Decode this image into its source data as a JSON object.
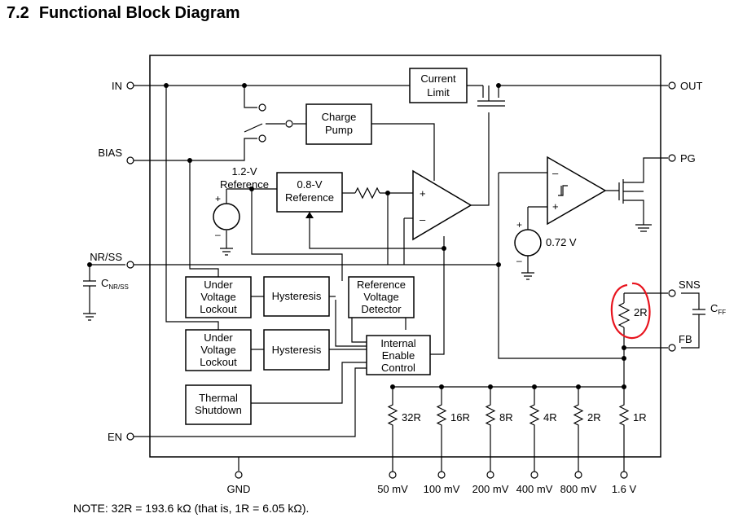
{
  "section": {
    "number": "7.2",
    "title": "Functional Block Diagram"
  },
  "pins": {
    "in": "IN",
    "bias": "BIAS",
    "nr_ss": "NR/SS",
    "en": "EN",
    "out": "OUT",
    "pg": "PG",
    "sns": "SNS",
    "fb": "FB",
    "gnd": "GND"
  },
  "blocks": {
    "current_limit": [
      "Current",
      "Limit"
    ],
    "charge_pump": [
      "Charge",
      "Pump"
    ],
    "ref_08": [
      "0.8-V",
      "Reference"
    ],
    "ref_12": [
      "1.2-V",
      "Reference"
    ],
    "uvlo1": [
      "Under",
      "Voltage",
      "Lockout"
    ],
    "uvlo2": [
      "Under",
      "Voltage",
      "Lockout"
    ],
    "hyst1": "Hysteresis",
    "hyst2": "Hysteresis",
    "ref_detector": [
      "Reference",
      "Voltage",
      "Detector"
    ],
    "enable_control": [
      "Internal",
      "Enable",
      "Control"
    ],
    "thermal": [
      "Thermal",
      "Shutdown"
    ]
  },
  "components": {
    "c_nr_ss": {
      "main": "C",
      "sub": "NR/SS"
    },
    "c_ff": {
      "main": "C",
      "sub": "FF"
    },
    "r_feedback": "2R",
    "pg_ref_voltage": "0.72 V",
    "plus": "+",
    "minus": "–"
  },
  "resistor_ladder": [
    {
      "label": "32R",
      "pin": "50 mV"
    },
    {
      "label": "16R",
      "pin": "100 mV"
    },
    {
      "label": "8R",
      "pin": "200 mV"
    },
    {
      "label": "4R",
      "pin": "400 mV"
    },
    {
      "label": "2R",
      "pin": "800 mV"
    },
    {
      "label": "1R",
      "pin": "1.6 V"
    }
  ],
  "note": "NOTE: 32R = 193.6 kΩ (that is, 1R = 6.05 kΩ).",
  "colors": {
    "annotation": "#e8141e",
    "line": "#000000"
  }
}
